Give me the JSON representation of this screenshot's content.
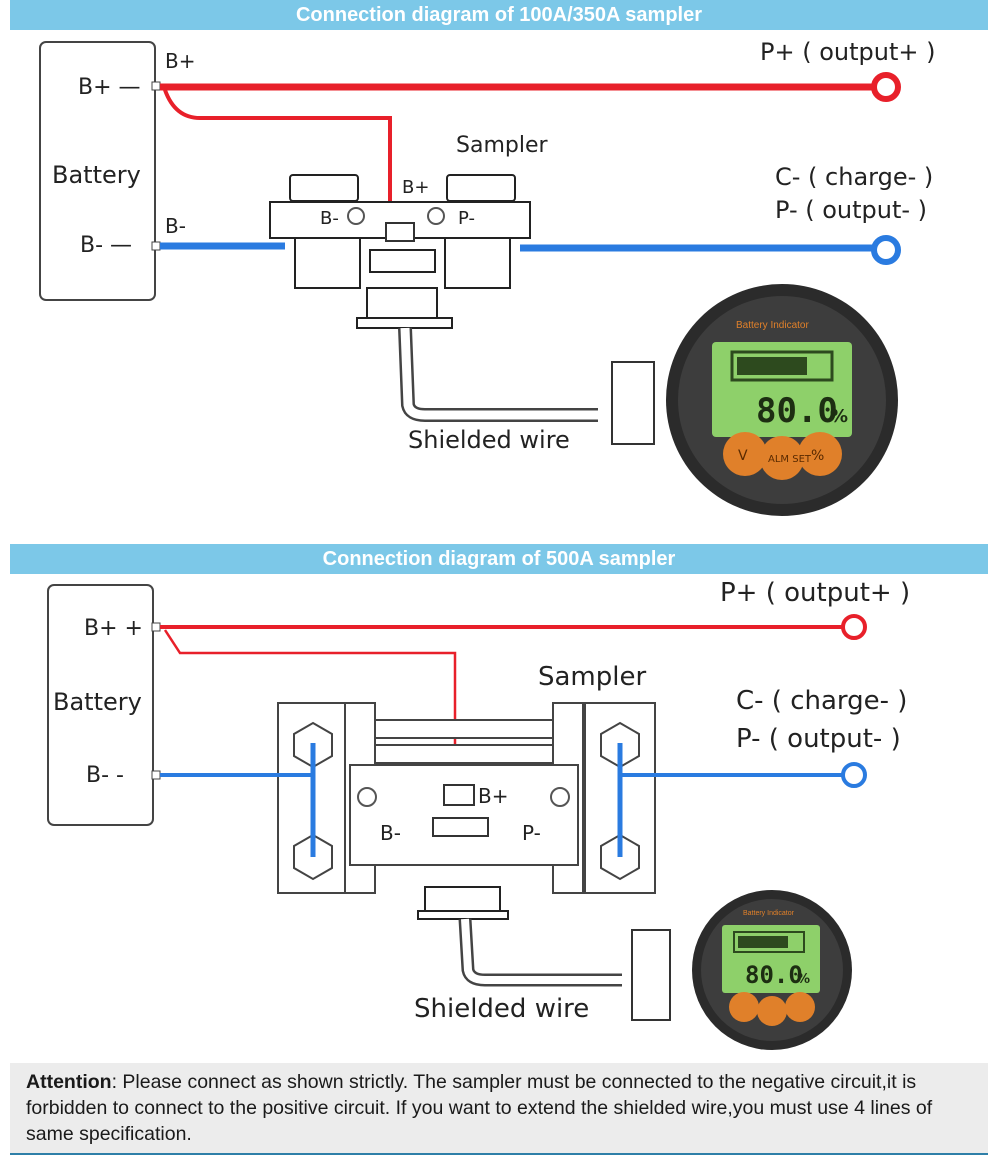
{
  "banners": {
    "top": "Connection diagram of 100A/350A sampler",
    "bottom": "Connection diagram of 500A sampler"
  },
  "diagram1": {
    "battery": "Battery",
    "bplus_terminal": "B+ —",
    "bminus_terminal": "B- —",
    "bplus_wire": "B+",
    "bminus_wire": "B-",
    "sampler": "Sampler",
    "sampler_bplus": "B+",
    "sampler_bminus": "B-",
    "sampler_pminus": "P-",
    "output_plus": "P+ ( output+ )",
    "charge_minus": "C- ( charge- )",
    "output_minus": "P- ( output- )",
    "shielded_wire": "Shielded wire",
    "meter_title": "Battery Indicator",
    "meter_reading": "80.0",
    "meter_unit": "%",
    "meter_buttons": [
      "V",
      "ALM SET",
      "%"
    ]
  },
  "diagram2": {
    "battery": "Battery",
    "bplus_terminal": "B+ +",
    "bminus_terminal": "B- -",
    "sampler": "Sampler",
    "sampler_bplus": "B+",
    "sampler_bminus": "B-",
    "sampler_pminus": "P-",
    "output_plus": "P+ ( output+ )",
    "charge_minus": "C- ( charge- )",
    "output_minus": "P- ( output- )",
    "shielded_wire": "Shielded wire",
    "meter_title": "Battery Indicator",
    "meter_reading": "80.0",
    "meter_unit": "%"
  },
  "attention": {
    "label": "Attention",
    "text": ": Please connect as shown strictly. The sampler must be connected to the negative circuit,it is forbidden to connect to the positive circuit. If you want to extend the shielded wire,you must use 4 lines of same specification."
  },
  "colors": {
    "banner": "#7cc8e8",
    "positive_wire": "#e8202a",
    "negative_wire": "#2a7be0",
    "lcd": "#8ed06a",
    "meter_button": "#e0802a"
  }
}
